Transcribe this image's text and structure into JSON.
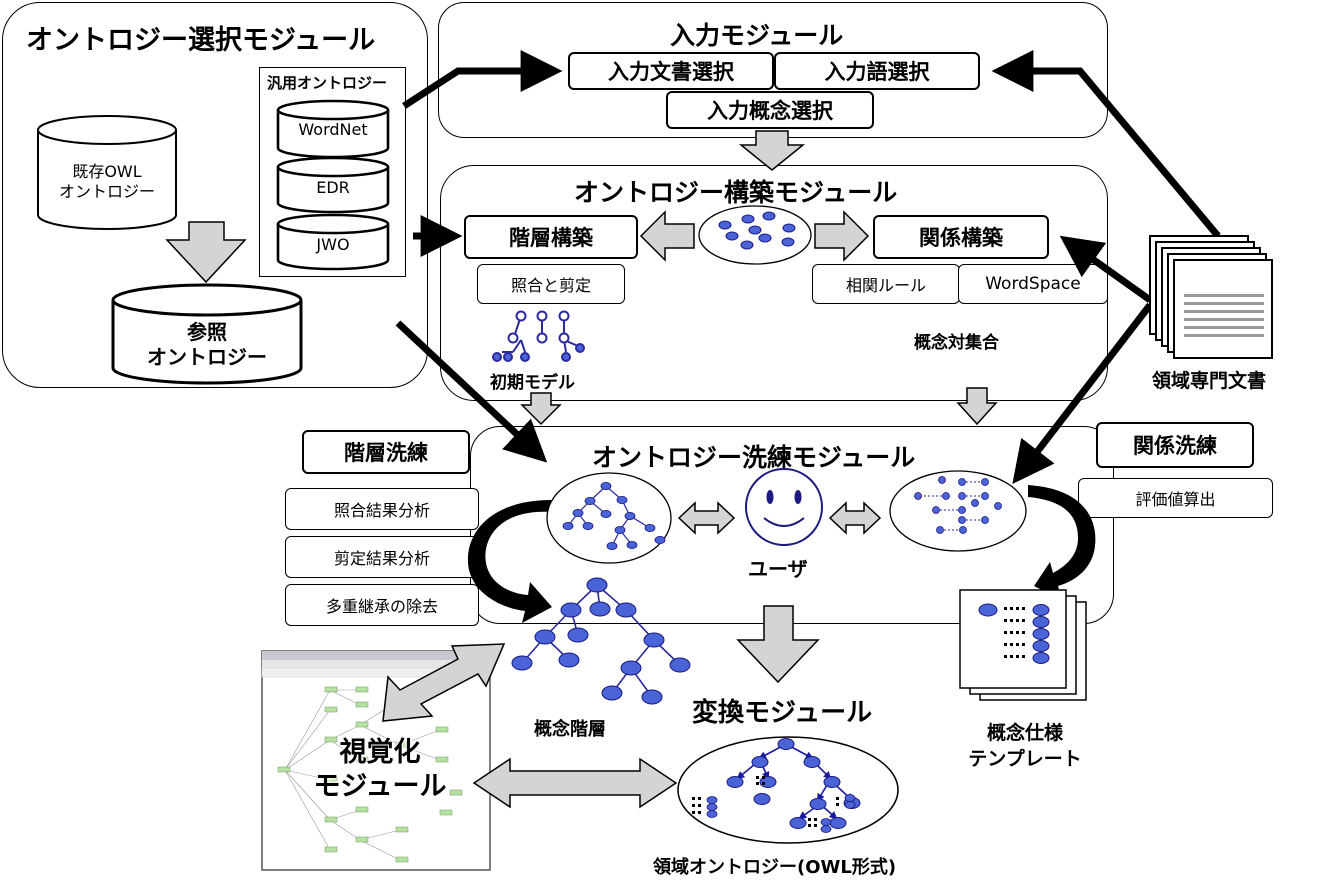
{
  "modules": {
    "selection": {
      "title": "オントロジー選択モジュール",
      "general_ontology": "汎用オントロジー",
      "general_dbs": [
        "WordNet",
        "EDR",
        "JWO"
      ],
      "existing_db": [
        "既存OWL",
        "オントロジー"
      ],
      "reference_db": [
        "参照",
        "オントロジー"
      ]
    },
    "input": {
      "title": "入力モジュール",
      "doc_select": "入力文書選択",
      "word_select": "入力語選択",
      "concept_select": "入力概念選択"
    },
    "construction": {
      "title": "オントロジー構築モジュール",
      "hierarchy_build": "階層構築",
      "relation_build": "関係構築",
      "match_prune": "照合と剪定",
      "correlation_rule": "相関ルール",
      "wordspace": "WordSpace",
      "concept_set": "概念対集合",
      "initial_model": "初期モデル"
    },
    "refinement": {
      "title": "オントロジー洗練モジュール",
      "hierarchy_refine": "階層洗練",
      "relation_refine": "関係洗練",
      "match_analysis": "照合結果分析",
      "prune_analysis": "剪定結果分析",
      "multi_inheritance": "多重継承の除去",
      "eval_value": "評価値算出",
      "user": "ユーザ"
    },
    "conversion": {
      "title": "変換モジュール"
    },
    "visualization": {
      "title": [
        "視覚化",
        "モジュール"
      ]
    }
  },
  "labels": {
    "domain_docs": "領域専門文書",
    "concept_hierarchy": "概念階層",
    "concept_spec": [
      "概念仕様",
      "テンプレート"
    ],
    "domain_ontology": "領域オントロジー(OWL形式)"
  },
  "colors": {
    "node_fill": "#4a64d8",
    "node_stroke": "#1a1a80",
    "arrow_gray": "#d4d4d4",
    "screenshot_node": "#b8e0a0"
  },
  "icons": [
    "smiley-face-icon",
    "document-stack-icon",
    "database-icon",
    "tree-icon",
    "template-icon"
  ]
}
